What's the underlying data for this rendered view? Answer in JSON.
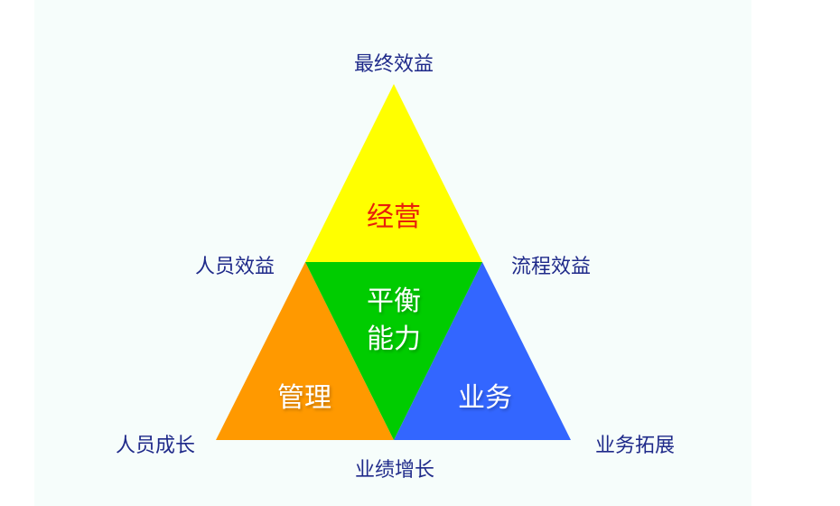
{
  "diagram": {
    "corners": {
      "top": "最终效益",
      "mid_left": "人员效益",
      "mid_right": "流程效益",
      "bottom_left": "人员成长",
      "bottom_mid": "业绩增长",
      "bottom_right": "业务拓展"
    },
    "sections": {
      "top": {
        "label": "经营",
        "fill": "#ffff00",
        "text_color": "#e8200a"
      },
      "center": {
        "line1": "平衡",
        "line2": "能力",
        "fill": "#00cc00",
        "text_color": "#ffffff"
      },
      "left": {
        "label": "管理",
        "fill": "#ff9900",
        "text_color": "#ffffff"
      },
      "right": {
        "label": "业务",
        "fill": "#3366ff",
        "text_color": "#ffffff"
      }
    },
    "label_color": "#1f2a8a",
    "background_color": "#f6fdfb"
  }
}
